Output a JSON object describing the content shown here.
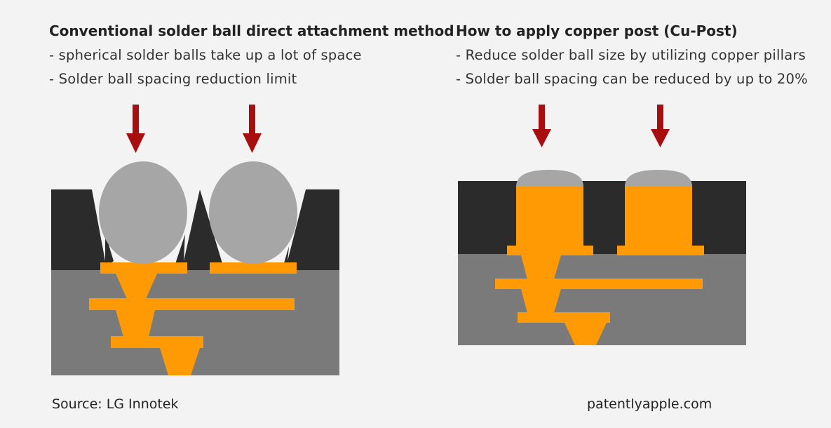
{
  "left": {
    "heading": "Conventional solder ball direct attachment method",
    "bullets": [
      "- spherical solder balls take up a lot of space",
      "- Solder ball spacing reduction limit"
    ]
  },
  "right": {
    "heading": "How to apply copper post (Cu-Post)",
    "bullets": [
      "- Reduce solder ball size by utilizing copper pillars",
      "- Solder ball spacing can be reduced by up to 20%"
    ]
  },
  "footer": {
    "source": "Source: LG Innotek",
    "watermark": "patentlyapple.com"
  },
  "colors": {
    "background": "#f3f3f3",
    "mold": "#2b2b2b",
    "substrate": "#7a7a7a",
    "copper": "#ff9a05",
    "solder": "#a6a6a6",
    "arrow": "#a80e10"
  }
}
